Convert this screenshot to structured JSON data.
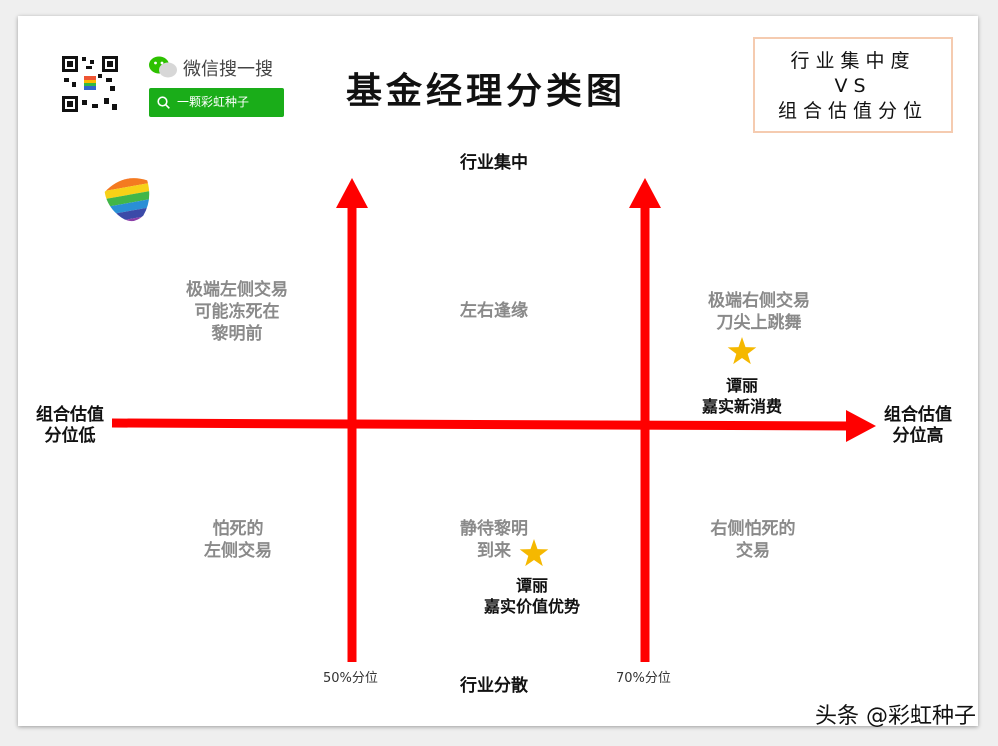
{
  "header": {
    "title": "基金经理分类图",
    "wechat_search_label": "微信搜一搜",
    "search_query": "一颗彩虹种子"
  },
  "legend_box": {
    "line1": "行业集中度",
    "line2": "VS",
    "line3": "组合估值分位"
  },
  "axes": {
    "y_top": "行业集中",
    "y_bottom": "行业分散",
    "x_left": [
      "组合估值",
      "分位低"
    ],
    "x_right": [
      "组合估值",
      "分位高"
    ],
    "tick_50": "50%分位",
    "tick_70": "70%分位"
  },
  "quadrants": {
    "top_left": [
      "极端左侧交易",
      "可能冻死在",
      "黎明前"
    ],
    "top_center": [
      "左右逢缘"
    ],
    "top_right": [
      "极端右侧交易",
      "刀尖上跳舞"
    ],
    "bottom_left": [
      "怕死的",
      "左侧交易"
    ],
    "bottom_center": [
      "静待黎明",
      "到来"
    ],
    "bottom_right": [
      "右侧怕死的",
      "交易"
    ]
  },
  "managers": {
    "top_right": [
      "谭丽",
      "嘉实新消费"
    ],
    "bottom_center": [
      "谭丽",
      "嘉实价值优势"
    ]
  },
  "colors": {
    "axis": "#ff0000",
    "star": "#f5b800",
    "search_green": "#1aad19",
    "quad_text": "#8a8a8a"
  },
  "icons": {
    "qr": "qr-code-icon",
    "wechat": "wechat-logo-icon",
    "acorn": "rainbow-acorn-logo-icon",
    "star": "star-icon"
  },
  "footer": {
    "watermark": "头条 @彩虹种子"
  }
}
